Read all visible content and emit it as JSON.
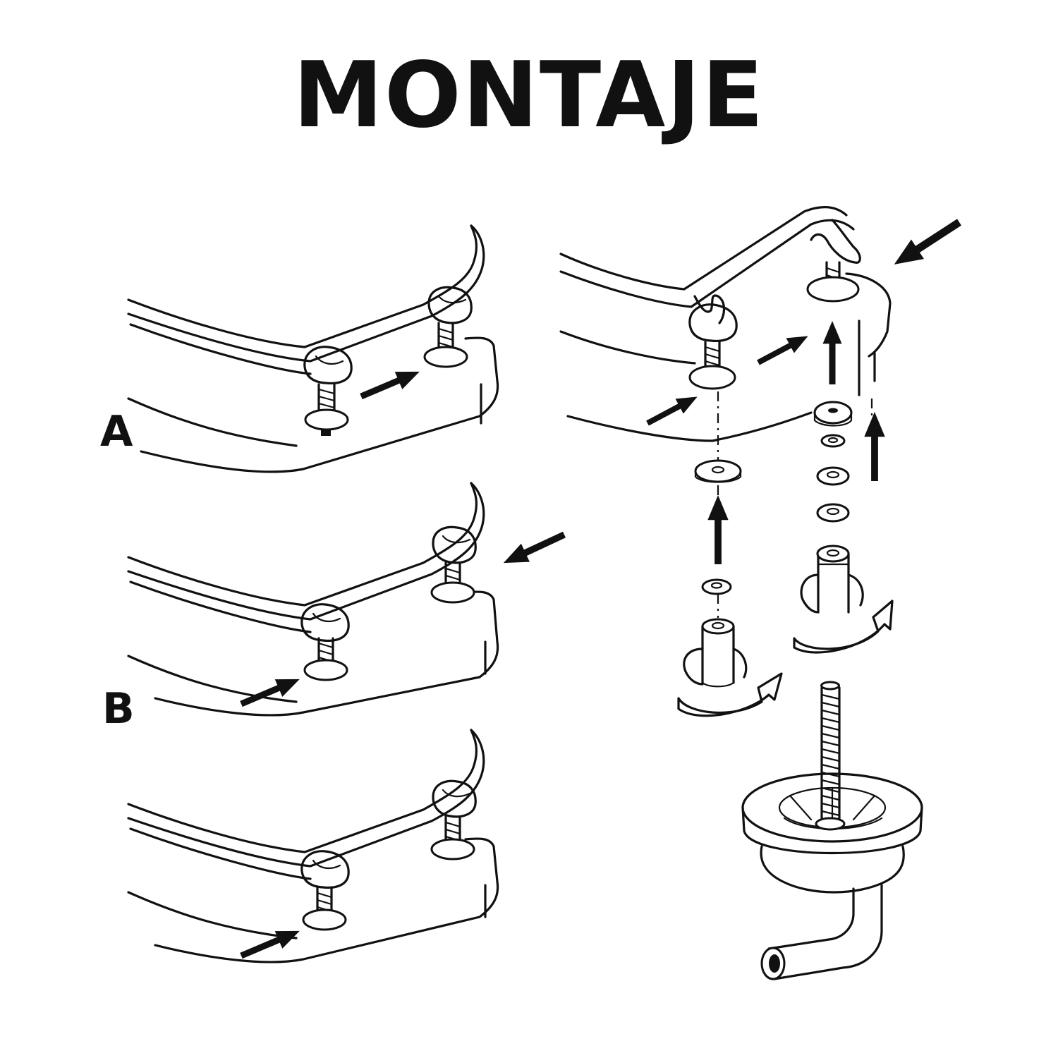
{
  "title": "MONTAJE",
  "steps": [
    {
      "label": "A"
    },
    {
      "label": "B"
    }
  ],
  "colors": {
    "ink": "#111111",
    "background": "#ffffff"
  },
  "icons": [
    "arrow-icon",
    "bolt-icon",
    "washer-icon",
    "hinge-icon",
    "expansion-plug-icon",
    "rotation-arrow-icon",
    "rubber-grommet-icon"
  ]
}
